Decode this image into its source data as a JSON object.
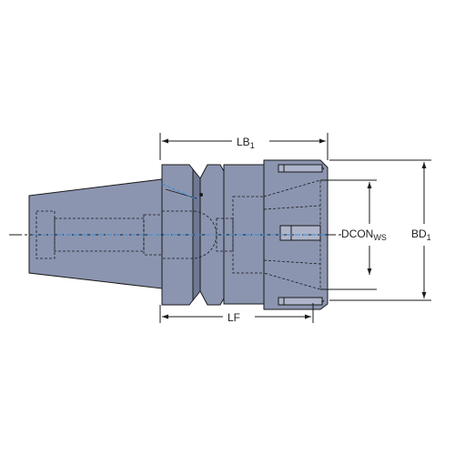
{
  "labels": {
    "lb": {
      "main": "LB",
      "sub": "1"
    },
    "lf": {
      "main": "LF"
    },
    "dcon": {
      "main": "DCON",
      "sub": "WS"
    },
    "bd": {
      "main": "BD",
      "sub": "1"
    }
  },
  "colors": {
    "body": "#8c95b0",
    "body_dark": "#6f7894",
    "body_light": "#aeb5cb",
    "outline": "#1a1a1a",
    "hidden_line": "#1a1a1a",
    "centerline": "#3a8fd4",
    "dimension": "#1a1a1a",
    "background": "#ffffff"
  }
}
